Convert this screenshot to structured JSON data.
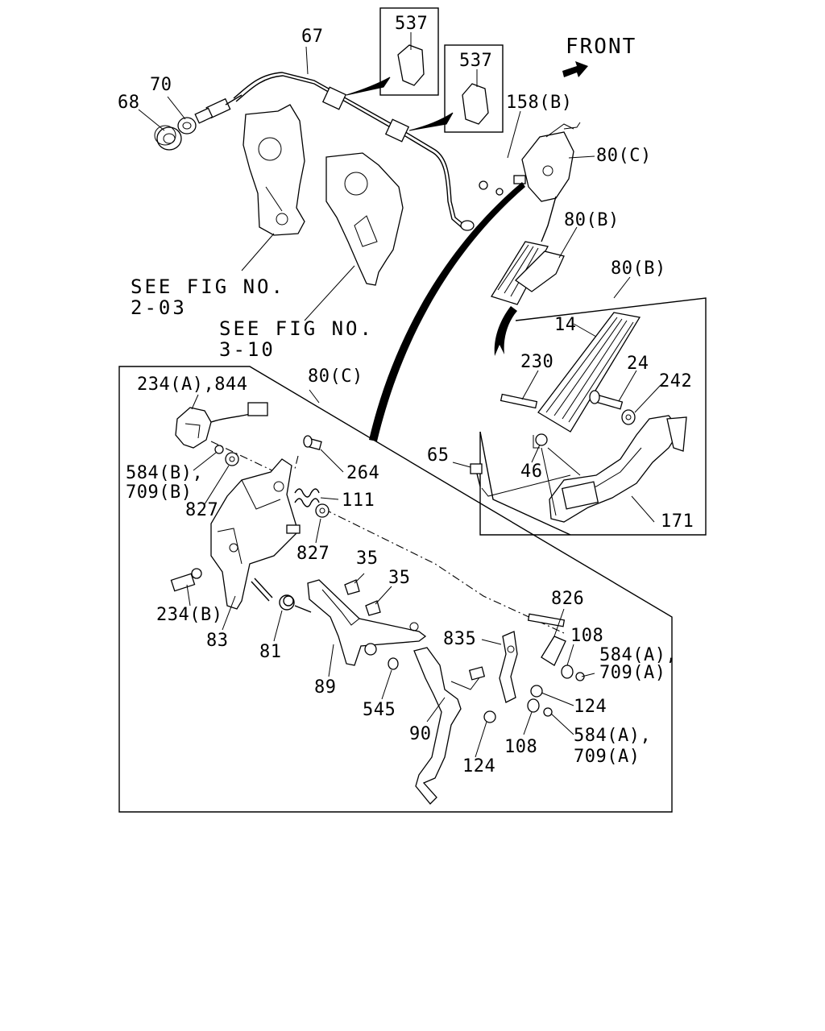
{
  "direction": {
    "label": "FRONT"
  },
  "references": [
    {
      "lines": [
        "SEE FIG NO.",
        "2-03"
      ]
    },
    {
      "lines": [
        "SEE FIG NO.",
        "3-10"
      ]
    }
  ],
  "boxes": {
    "assembly_c": {
      "title": "80(C)"
    },
    "assembly_b": {
      "title": "80(B)"
    }
  },
  "callouts": {
    "c67": "67",
    "c70": "70",
    "c68": "68",
    "c537a": "537",
    "c537b": "537",
    "c158b": "158(B)",
    "c80c_top": "80(C)",
    "c80b_mid": "80(B)",
    "c14": "14",
    "c230": "230",
    "c24": "24",
    "c242": "242",
    "c65": "65",
    "c46": "46",
    "c171": "171",
    "c234a": "234(A),844",
    "c584b_1": "584(B),",
    "c709b": "709(B)",
    "c264": "264",
    "c111": "111",
    "c827a": "827",
    "c827b": "827",
    "c35a": "35",
    "c35b": "35",
    "c234b": "234(B)",
    "c83": "83",
    "c81": "81",
    "c89": "89",
    "c545": "545",
    "c90": "90",
    "c124a": "124",
    "c826": "826",
    "c108a": "108",
    "c584a_1": "584(A),",
    "c709a_1": "709(A)",
    "c835": "835",
    "c124b": "124",
    "c108b": "108",
    "c584a_2": "584(A),",
    "c709a_2": "709(A)"
  }
}
